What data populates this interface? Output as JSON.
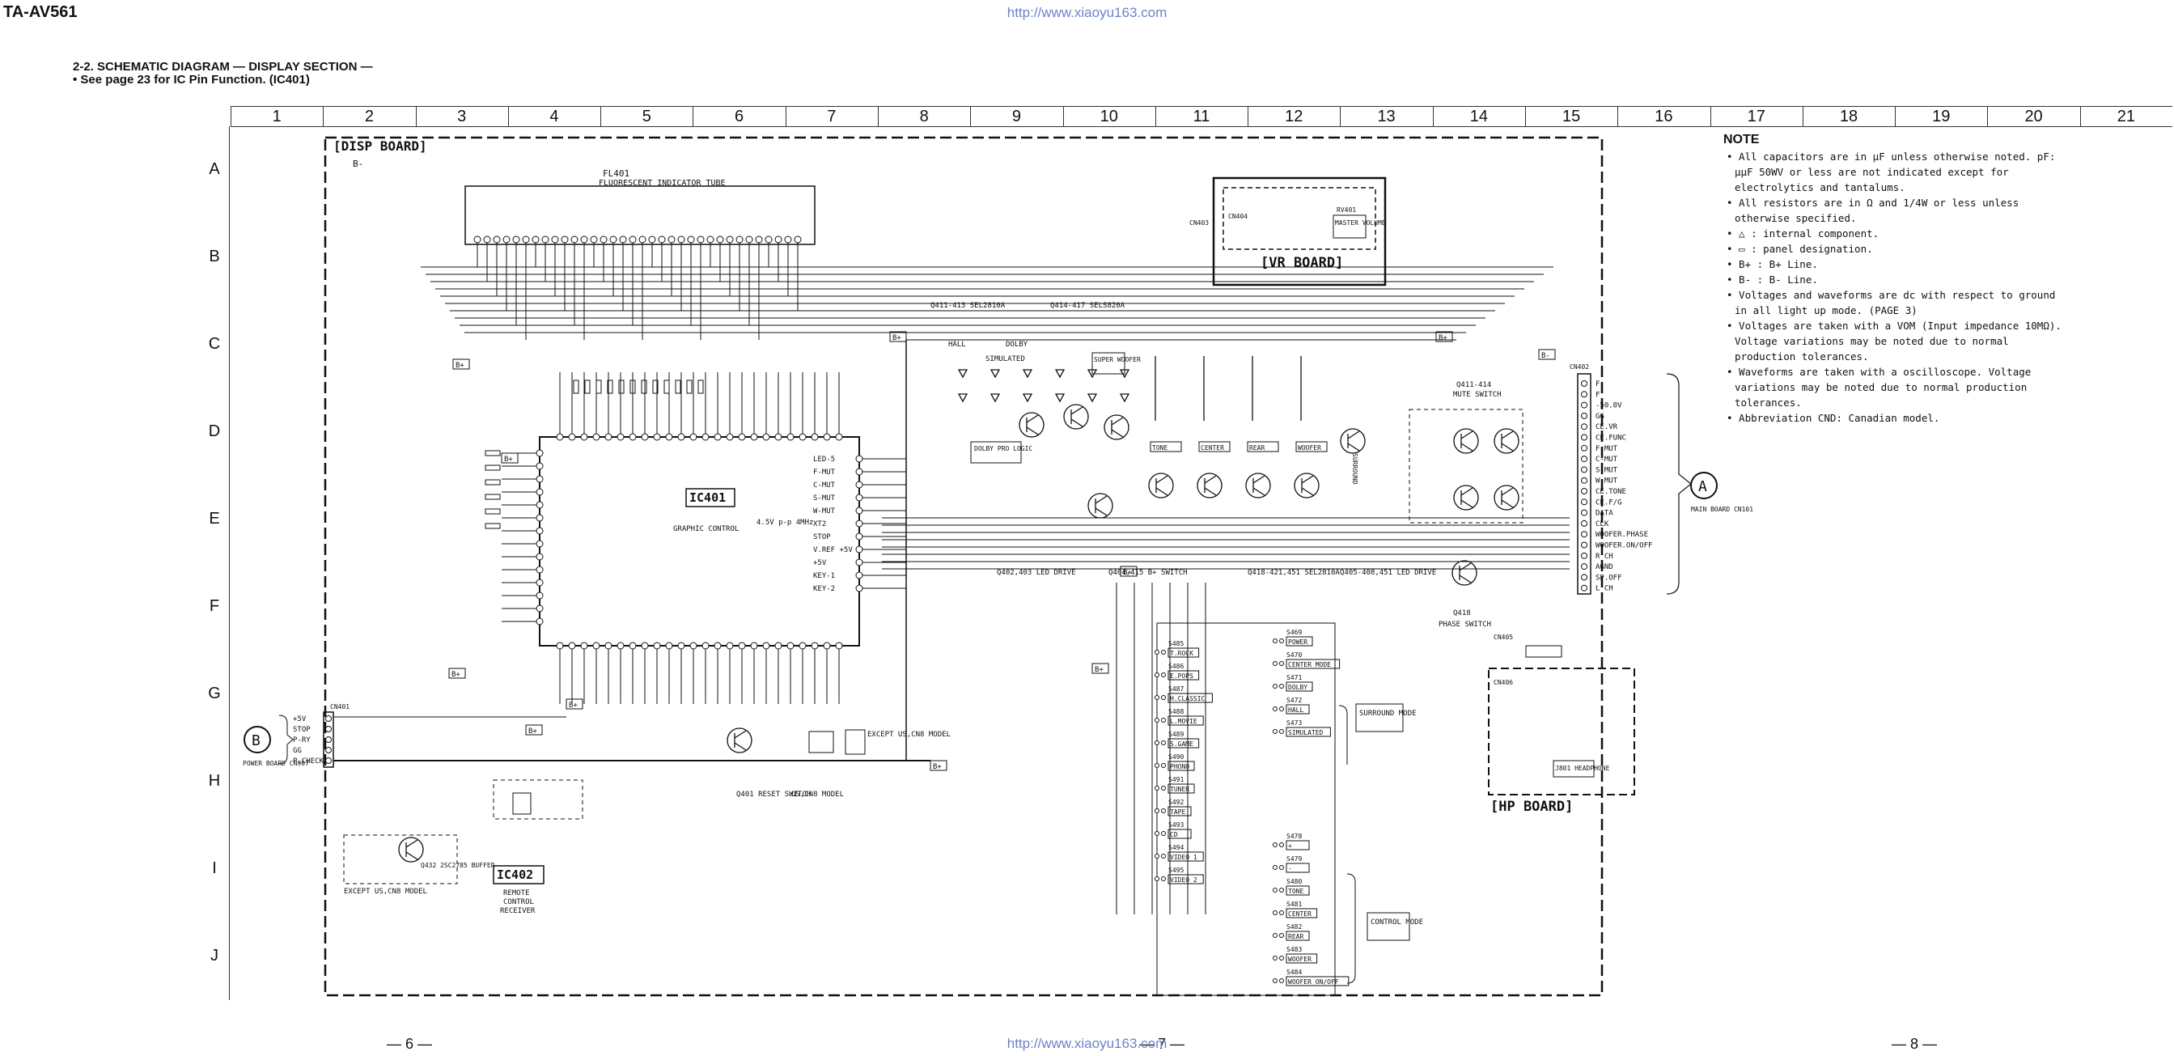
{
  "header": {
    "model": "TA-AV561",
    "url": "http://www.xiaoyu163.com",
    "title_line1": "2-2.  SCHEMATIC  DIAGRAM — DISPLAY SECTION —",
    "title_line2": "• See page 23 for IC Pin Function. (IC401)"
  },
  "grid": {
    "columns": [
      "1",
      "2",
      "3",
      "4",
      "5",
      "6",
      "7",
      "8",
      "9",
      "10",
      "11",
      "12",
      "13",
      "14",
      "15",
      "16",
      "17",
      "18",
      "19",
      "20",
      "21"
    ],
    "rows": [
      "A",
      "B",
      "C",
      "D",
      "E",
      "F",
      "G",
      "H",
      "I",
      "J"
    ]
  },
  "pages": {
    "left": "— 6 —",
    "center": "— 7 —",
    "right": "— 8 —"
  },
  "boards": {
    "disp": "[DISP BOARD]",
    "vr": "[VR BOARD]",
    "hp": "[HP BOARD]"
  },
  "labels": {
    "fl401": "FL401",
    "fl401_desc": "FLUORESCENT INDICATOR TUBE",
    "ic401": "IC401",
    "ic401_desc": "GRAPHIC CONTROL",
    "ic402": "IC402",
    "ic402_desc1": "REMOTE",
    "ic402_desc2": "CONTROL",
    "ic402_desc3": "RECEIVER",
    "master_volume": "MASTER VOLUME",
    "rv401": "RV401",
    "mute_switch": "MUTE SWITCH",
    "q411_414": "Q411-414",
    "phase_switch": "PHASE SWITCH",
    "q418": "Q418",
    "led_drive1": "Q402,403 LED DRIVE",
    "b_switch": "Q404,415 B+ SWITCH",
    "sel2810a_a": "Q418-421,451 SEL2810A",
    "led_drive2": "Q405-408,451 LED DRIVE",
    "sel_top1": "Q411-413 SEL2810A",
    "sel_top2": "Q414-417 SELS820A",
    "reset_switch": "Q401 RESET SWITCH",
    "buffer": "Q432 2SC2785 BUFFER",
    "except_us_cn": "EXCEPT US,CN8 MODEL",
    "us_cn_model": "US,CN8 MODEL",
    "surround_mode": "SURROUND MODE",
    "control_mode": "CONTROL MODE",
    "main_board": "MAIN BOARD CN101",
    "power_board": "POWER BOARD CN907",
    "headphone": "J801 HEADPHONE",
    "dolby_pro_logic": "DOLBY PRO LOGIC",
    "super_woofer": "SUPER WOOFER",
    "hall": "HALL",
    "dolby": "DOLBY",
    "simulated": "SIMULATED",
    "freq": "4.5V p-p 4MHz",
    "cn401": "CN401",
    "cn402": "CN402",
    "cn403": "CN403",
    "cn404": "CN404",
    "cn405": "CN405",
    "cn406": "CN406",
    "b_plus": "B+",
    "b_minus": "B-",
    "conn_a": "A",
    "conn_b": "B"
  },
  "left_pins": [
    "+5V",
    "STOP",
    "P-RY",
    "GG",
    "P.CHECK"
  ],
  "right_pins": [
    "F",
    "F",
    "-50.0V",
    "GG",
    "CE.VR",
    "CE.FUNC",
    "F-MUT",
    "C-MUT",
    "S-MUT",
    "W-MUT",
    "CE.TONE",
    "CE.F/G",
    "DATA",
    "CLK",
    "WOOFER.PHASE",
    "WOOFER.ON/OFF",
    "R CH",
    "AGND",
    "SP.OFF",
    "L CH"
  ],
  "ic_left_pins": [
    "LED-5",
    "F-MUT",
    "C-MUT",
    "S-MUT",
    "W-MUT",
    "XT2",
    "STOP",
    "V.REF +5V",
    "+5V",
    "KEY-1",
    "KEY-2"
  ],
  "surround_switches": [
    {
      "ref": "S485",
      "label": "T.ROCK"
    },
    {
      "ref": "S486",
      "label": "E.POPS"
    },
    {
      "ref": "S487",
      "label": "H.CLASSIC"
    },
    {
      "ref": "S488",
      "label": "L.MOVIE"
    },
    {
      "ref": "S489",
      "label": "S.GAME"
    },
    {
      "ref": "S490",
      "label": "PHONO"
    },
    {
      "ref": "S491",
      "label": "TUNER"
    },
    {
      "ref": "S492",
      "label": "TAPE"
    },
    {
      "ref": "S493",
      "label": "CD"
    },
    {
      "ref": "S494",
      "label": "VIDEO 1"
    },
    {
      "ref": "S495",
      "label": "VIDEO 2"
    }
  ],
  "mode_switches": [
    {
      "ref": "S469",
      "label": "POWER"
    },
    {
      "ref": "S470",
      "label": "CENTER MODE"
    },
    {
      "ref": "S471",
      "label": "DOLBY"
    },
    {
      "ref": "S472",
      "label": "HALL"
    },
    {
      "ref": "S473",
      "label": "SIMULATED"
    }
  ],
  "control_switches": [
    {
      "ref": "S478",
      "label": "+"
    },
    {
      "ref": "S479",
      "label": "-"
    },
    {
      "ref": "S480",
      "label": "TONE"
    },
    {
      "ref": "S481",
      "label": "CENTER"
    },
    {
      "ref": "S482",
      "label": "REAR"
    },
    {
      "ref": "S483",
      "label": "WOOFER"
    },
    {
      "ref": "S484",
      "label": "WOOFER ON/OFF"
    }
  ],
  "indicator_labels": [
    "TONE",
    "CENTER",
    "REAR",
    "WOOFER",
    "SURROUND"
  ],
  "notes": {
    "heading": "NOTE",
    "items": [
      "• All capacitors are in μF unless otherwise noted. pF: μμF 50WV or less are not indicated except for electrolytics and tantalums.",
      "• All resistors are in Ω and 1/4W or less unless otherwise specified.",
      "• △ : internal component.",
      "• ▭ : panel designation.",
      "• B+ : B+ Line.",
      "• B- : B- Line.",
      "• Voltages and waveforms are dc with respect to ground in all light up mode. (PAGE 3)",
      "• Voltages are taken with a VOM (Input impedance 10MΩ). Voltage variations may be noted due to normal production tolerances.",
      "• Waveforms are taken with a oscilloscope. Voltage variations may be noted due to normal production tolerances.",
      "• Abbreviation CND: Canadian model."
    ]
  }
}
